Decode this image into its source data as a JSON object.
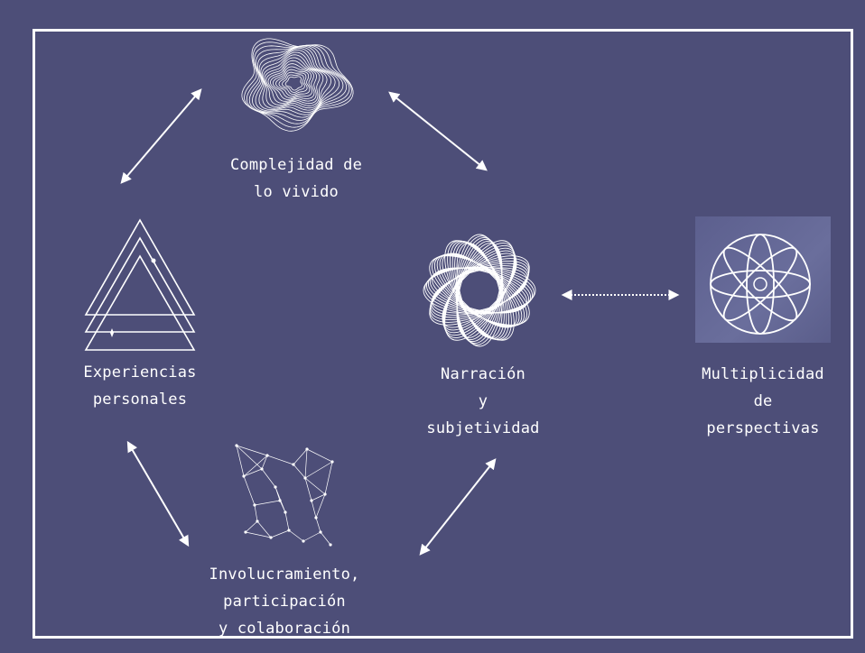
{
  "diagram": {
    "colors": {
      "background": "#4d4e78",
      "foreground": "#ffffff"
    },
    "nodes": {
      "complejidad": {
        "icon": "topographic-blob-icon",
        "lines": [
          "Complejidad de",
          "lo vivido"
        ]
      },
      "experiencias": {
        "icon": "nested-triangles-icon",
        "lines": [
          "Experiencias",
          "personales"
        ]
      },
      "narracion": {
        "icon": "spirograph-flower-icon",
        "lines": [
          "Narración",
          "y",
          "subjetividad"
        ]
      },
      "multiplicidad": {
        "icon": "atom-orbits-icon",
        "lines": [
          "Multiplicidad",
          "de",
          "perspectivas"
        ]
      },
      "involucramiento": {
        "icon": "network-mesh-icon",
        "lines": [
          "Involucramiento,",
          "participación",
          "y colaboración"
        ]
      }
    }
  }
}
